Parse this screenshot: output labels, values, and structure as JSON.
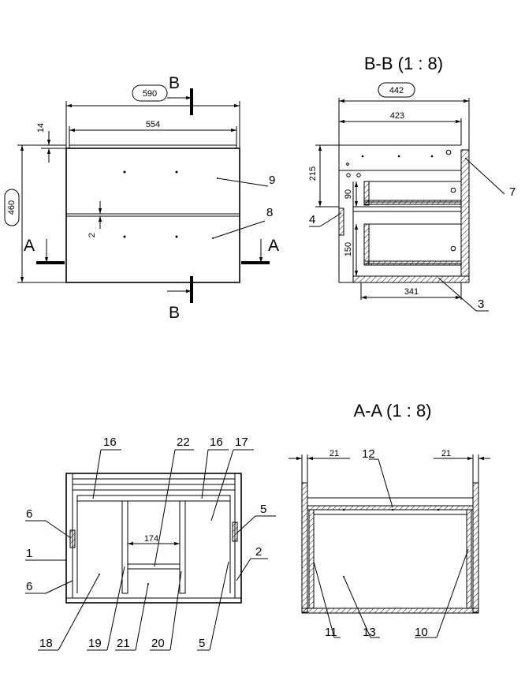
{
  "titles": {
    "bb": "B-B (1 : 8)",
    "aa": "A-A (1 : 8)"
  },
  "section_marks": {
    "b": "B",
    "a": "A"
  },
  "front_view": {
    "dims": {
      "width_overall": "590",
      "width_inner": "554",
      "top_gap": "14",
      "height": "460",
      "gap": "2"
    },
    "labels": {
      "upper_drawer": "9",
      "lower_drawer": "8"
    }
  },
  "section_bb": {
    "dims": {
      "depth_overall": "442",
      "depth_inner": "423",
      "upper_h": "215",
      "drawer_h": "90",
      "lower_h": "150",
      "bottom_depth": "341"
    },
    "labels": {
      "back": "7",
      "front": "4",
      "bottom": "3"
    }
  },
  "section_aa": {
    "dims": {
      "left_side": "21",
      "right_side": "21"
    },
    "labels": {
      "top": "12",
      "left": "11",
      "center": "13",
      "right": "10"
    }
  },
  "frame_view": {
    "dims": {
      "inner_width": "174"
    },
    "labels": {
      "top_left": "16",
      "top_mid": "22",
      "top_right": "16",
      "right_panel": "17",
      "left_upper": "6",
      "left_mid": "1",
      "left_lower": "6",
      "right_upper": "5",
      "right_mid": "2",
      "bottom_18": "18",
      "bottom_19": "19",
      "bottom_21": "21",
      "bottom_20": "20",
      "bottom_5": "5"
    }
  }
}
